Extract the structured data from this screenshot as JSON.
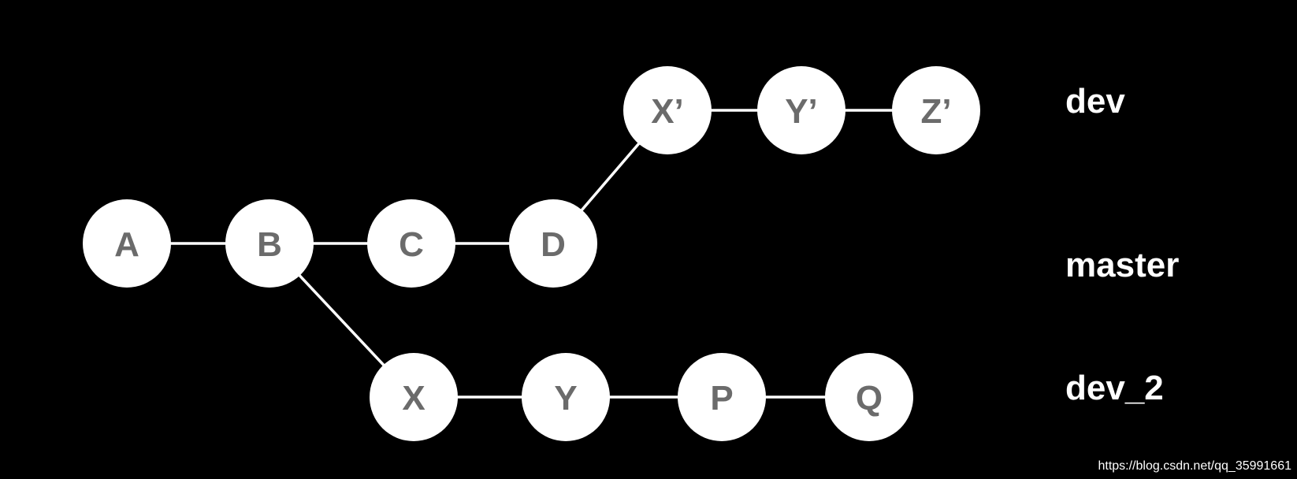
{
  "nodes": [
    {
      "id": "A",
      "label": "A"
    },
    {
      "id": "B",
      "label": "B"
    },
    {
      "id": "C",
      "label": "C"
    },
    {
      "id": "D",
      "label": "D"
    },
    {
      "id": "X'",
      "label": "X’"
    },
    {
      "id": "Y'",
      "label": "Y’"
    },
    {
      "id": "Z'",
      "label": "Z’"
    },
    {
      "id": "X",
      "label": "X"
    },
    {
      "id": "Y",
      "label": "Y"
    },
    {
      "id": "P",
      "label": "P"
    },
    {
      "id": "Q",
      "label": "Q"
    }
  ],
  "edges": [
    [
      "A",
      "B"
    ],
    [
      "B",
      "C"
    ],
    [
      "C",
      "D"
    ],
    [
      "D",
      "X'"
    ],
    [
      "X'",
      "Y'"
    ],
    [
      "Y'",
      "Z'"
    ],
    [
      "B",
      "X"
    ],
    [
      "X",
      "Y"
    ],
    [
      "Y",
      "P"
    ],
    [
      "P",
      "Q"
    ]
  ],
  "branches": {
    "dev": "dev",
    "master": "master",
    "dev_2": "dev_2"
  },
  "watermark": "https://blog.csdn.net/qq_35991661",
  "colors": {
    "background": "#000000",
    "node_fill": "#ffffff",
    "node_text": "#6b6b6b",
    "edge": "#ffffff",
    "label_text": "#ffffff"
  }
}
